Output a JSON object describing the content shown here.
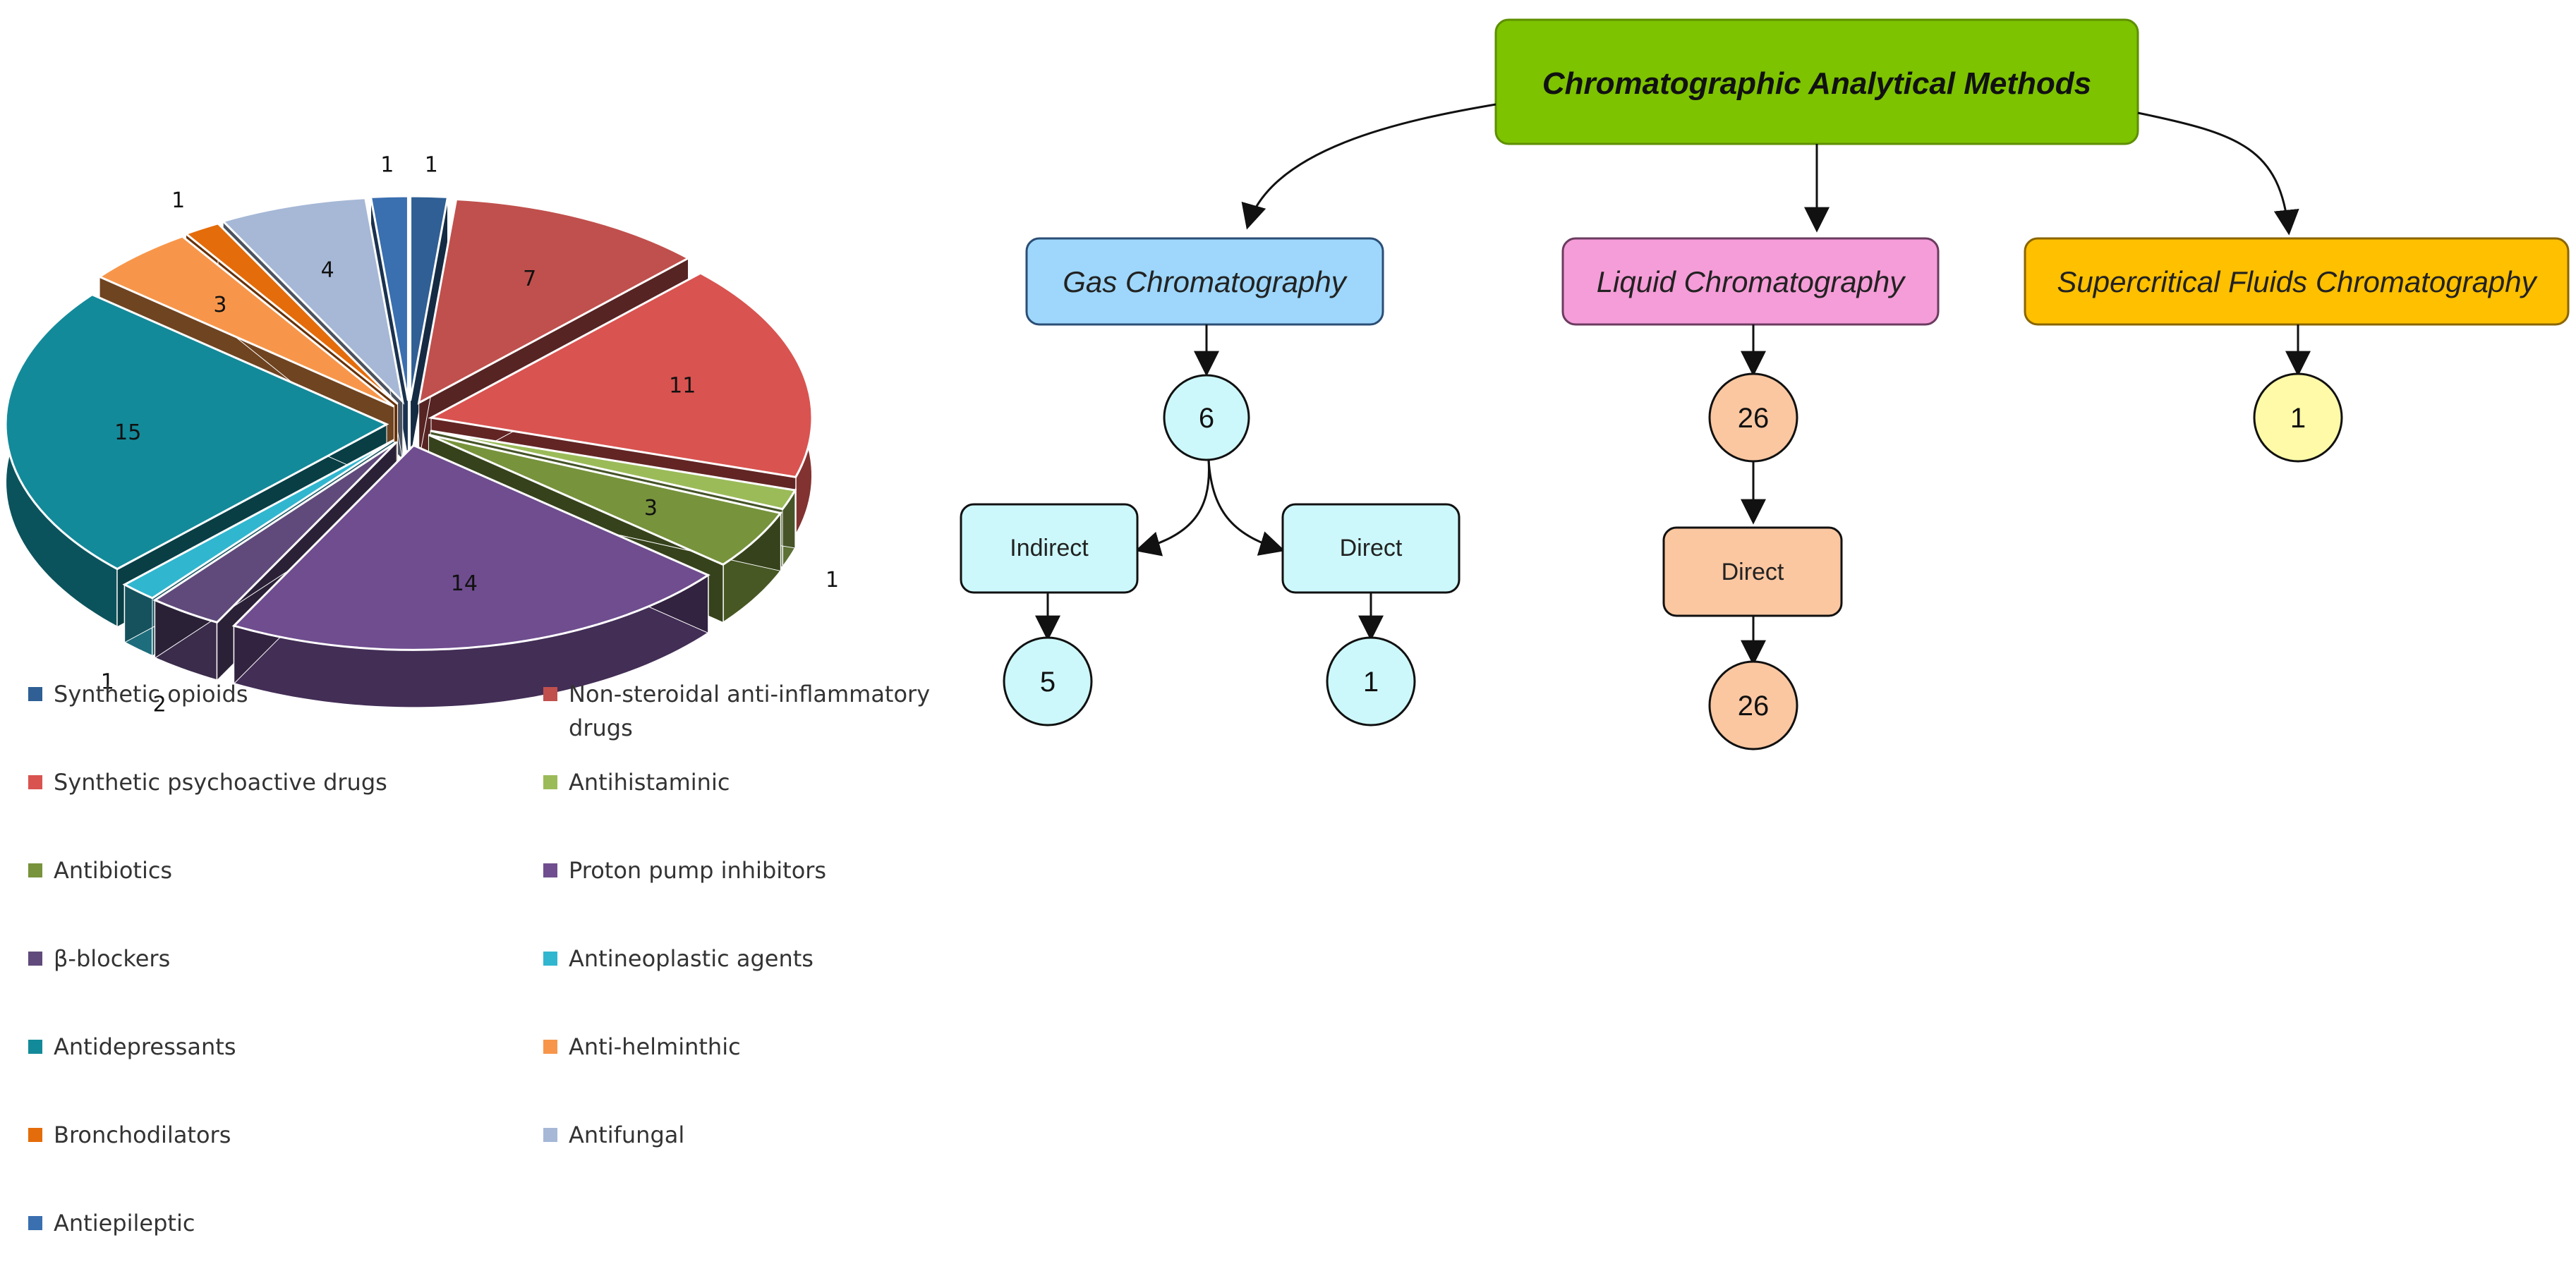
{
  "chart_data": {
    "type": "pie",
    "slices": [
      {
        "label": "Synthetic opioids",
        "value": 1,
        "color": "#2f5f94"
      },
      {
        "label": "Non-steroidal anti-inflammatory drugs",
        "value": 7,
        "color": "#c0504d"
      },
      {
        "label": "Synthetic psychoactive drugs",
        "value": 11,
        "color": "#d95350"
      },
      {
        "label": "Antihistaminic",
        "value": 1,
        "color": "#9bbb59"
      },
      {
        "label": "Antibiotics",
        "value": 3,
        "color": "#77933c"
      },
      {
        "label": "Proton pump inhibitors",
        "value": 14,
        "color": "#6f4d8f"
      },
      {
        "label": "β-blockers",
        "value": 2,
        "color": "#604a7b"
      },
      {
        "label": "Antineoplastic agents",
        "value": 1,
        "color": "#31b6cf"
      },
      {
        "label": "Antidepressants",
        "value": 15,
        "color": "#138a9a"
      },
      {
        "label": "Anti-helminthic",
        "value": 3,
        "color": "#f7964a"
      },
      {
        "label": "Bronchodilators",
        "value": 1,
        "color": "#e46c0a"
      },
      {
        "label": "Antifungal",
        "value": 4,
        "color": "#a6b8d6"
      },
      {
        "label": "Antiepileptic",
        "value": 1,
        "color": "#3a6fb0"
      }
    ]
  },
  "flowchart": {
    "root": "Chromatographic Analytical Methods",
    "gas": {
      "label": "Gas Chromatography",
      "count": "6",
      "indirect": "Indirect",
      "indirect_count": "5",
      "direct": "Direct",
      "direct_count": "1"
    },
    "liquid": {
      "label": "Liquid Chromatography",
      "count": "26",
      "direct": "Direct",
      "direct_count": "26"
    },
    "supercritical": {
      "label": "Supercritical Fluids Chromatography",
      "count": "1"
    },
    "colors": {
      "root": "#7dc300",
      "gas": "#9ed7fb",
      "liquid": "#f59dd8",
      "supercritical": "#ffc000",
      "gas_node": "#cdf8fb",
      "liquid_node": "#fbc7a1",
      "supercritical_node": "#fffaa7"
    }
  }
}
